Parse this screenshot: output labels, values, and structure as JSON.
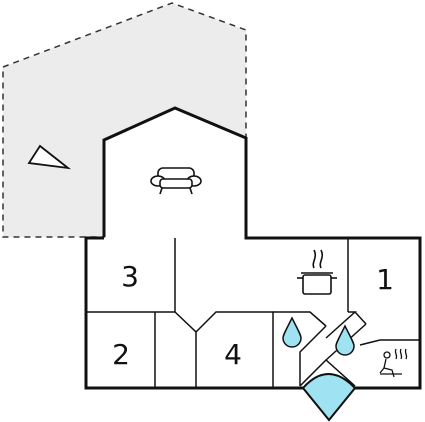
{
  "rooms": [
    {
      "id": "room-1",
      "number": "1"
    },
    {
      "id": "room-2",
      "number": "2"
    },
    {
      "id": "room-3",
      "number": "3"
    },
    {
      "id": "room-4",
      "number": "4"
    }
  ],
  "icons": {
    "sofa": "sofa-icon",
    "cooking_pot": "cooking-pot-icon",
    "water_drop": "water-drop-icon",
    "sauna": "sauna-icon",
    "terrace_direction": "direction-triangle-icon"
  },
  "colors": {
    "wall": "#111111",
    "terrace_fill": "#ececec",
    "water_fill": "#9fe2f2",
    "background": "#ffffff"
  }
}
